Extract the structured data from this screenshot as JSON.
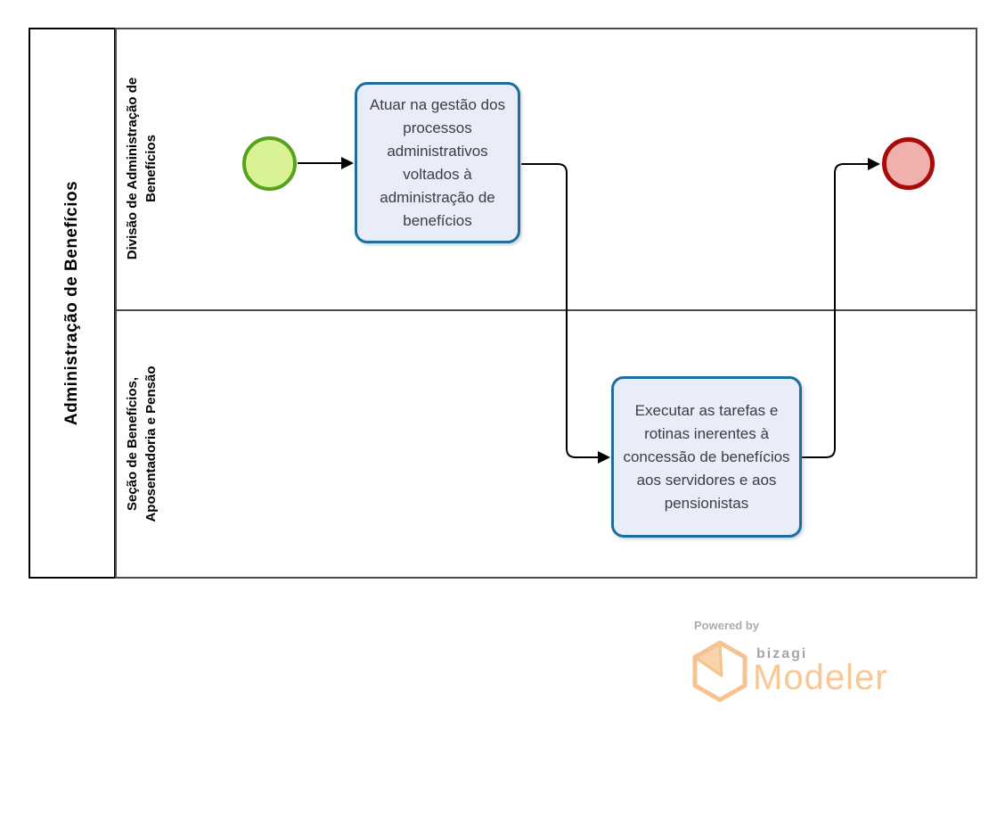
{
  "pool": {
    "title": "Administração de Benefícios",
    "lanes": [
      {
        "name": "divisao-de-administracao-de-beneficios",
        "lines": [
          "Divisão de Administração de",
          "Benefícios"
        ]
      },
      {
        "name": "secao-de-beneficios-aposentadoria-e-pensao",
        "lines": [
          "Seção de Benefícios,",
          "Aposentadoria e Pensão"
        ]
      }
    ]
  },
  "process": {
    "start_event": {
      "type": "start-event",
      "lane": 0
    },
    "tasks": [
      {
        "text": "Atuar na gestão dos processos administrativos voltados à administração de benefícios",
        "lane": 0
      },
      {
        "text": "Executar as tarefas e rotinas inerentes à concessão de benefícios aos servidores e aos pensionistas",
        "lane": 1
      }
    ],
    "end_event": {
      "type": "end-event",
      "lane": 0
    },
    "flows": [
      {
        "from": "start-event",
        "to": "task-1"
      },
      {
        "from": "task-1",
        "to": "task-2"
      },
      {
        "from": "task-2",
        "to": "end-event"
      }
    ]
  },
  "colors": {
    "task_border": "#1c6f9c",
    "task_fill": "#e9edfa",
    "start_border": "#55a31c",
    "start_fill": "#d9f294",
    "end_border": "#a90b06",
    "end_fill": "#f0b0ae",
    "lane_border": "#4a4a4a",
    "pool_border": "#000000",
    "flow_line": "#000000",
    "brand_orange": "#f9c795",
    "brand_gray": "#a6a6a6"
  },
  "footer": {
    "powered_by": "Powered by",
    "brand": "bizagi",
    "product": "Modeler"
  }
}
